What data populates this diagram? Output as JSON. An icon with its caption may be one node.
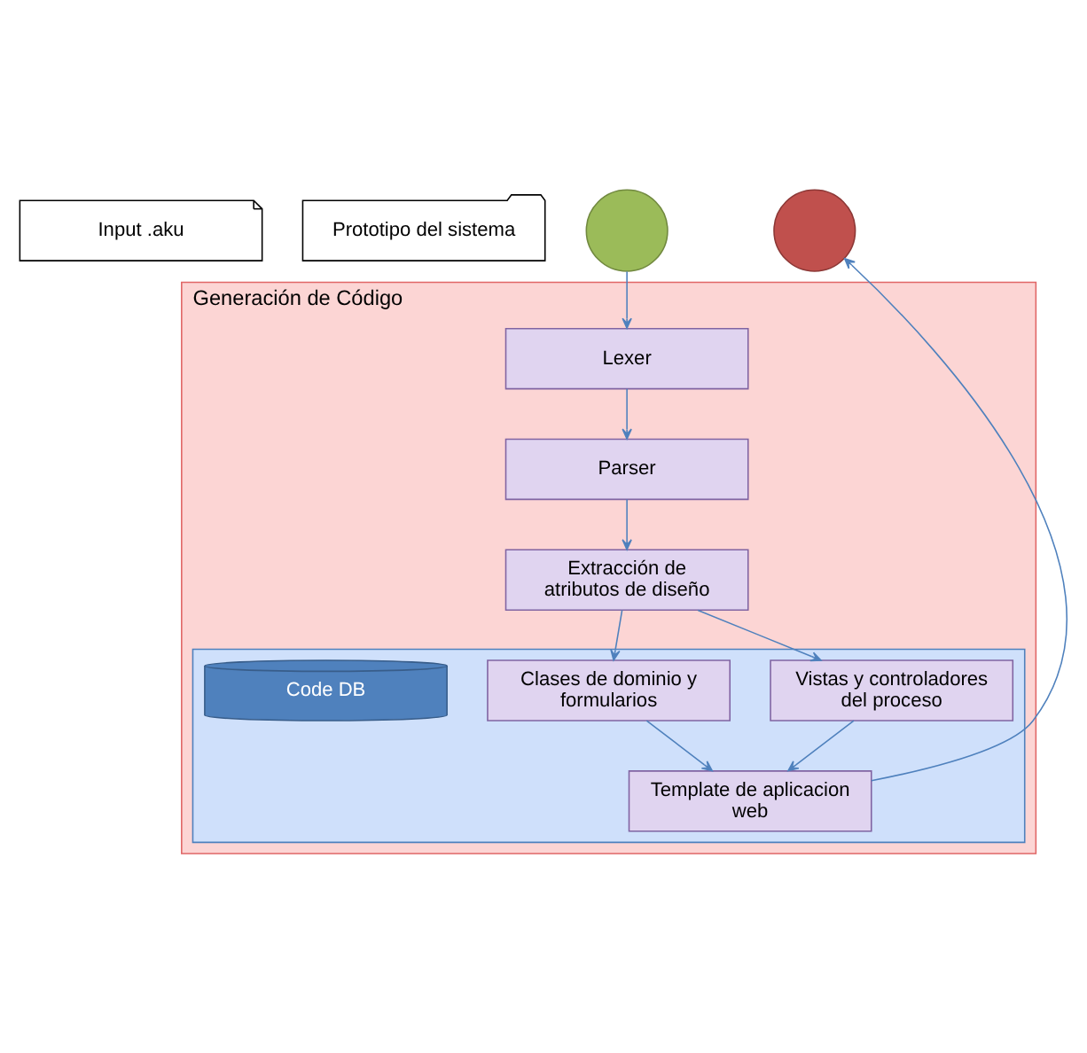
{
  "diagram": {
    "nodes": [
      {
        "text": [
          "Input .aku"
        ]
      },
      {
        "text": [
          "Prototipo del sistema"
        ]
      },
      {
        "text": [],
        "shape": "circle"
      },
      {
        "text": [],
        "shape": "circle"
      },
      {
        "text": [
          "Generación de Código"
        ]
      },
      {
        "text": [
          "Lexer"
        ],
        "in": 4
      },
      {
        "text": [
          "Parser"
        ],
        "in": 4
      },
      {
        "text": [
          "Extracción de atributos de diseño"
        ],
        "in": 4
      },
      {
        "text": [],
        "shape": "box",
        "in": 4
      },
      {
        "text": [
          "Template de aplicacion web"
        ],
        "in": 8
      },
      {
        "text": [
          "Vistas y controladores del proceso"
        ],
        "in": 8
      },
      {
        "text": [
          "Clases de dominio y formularios"
        ],
        "in": 8
      },
      {
        "text": [
          "Code DB"
        ],
        "in": 8
      }
    ],
    "edges": [
      {
        "from": 2,
        "to": 5,
        "arrow": "to"
      },
      {
        "from": 5,
        "to": 6,
        "arrow": "to"
      },
      {
        "from": 6,
        "to": 7,
        "arrow": "to"
      },
      {
        "from": 7,
        "to": 10,
        "arrow": "to"
      },
      {
        "from": 7,
        "to": 11,
        "arrow": "to"
      },
      {
        "from": 10,
        "to": 9,
        "arrow": "to"
      },
      {
        "from": 11,
        "to": 9,
        "arrow": "to"
      },
      {
        "from": 9,
        "to": 3,
        "arrow": "to"
      }
    ]
  }
}
